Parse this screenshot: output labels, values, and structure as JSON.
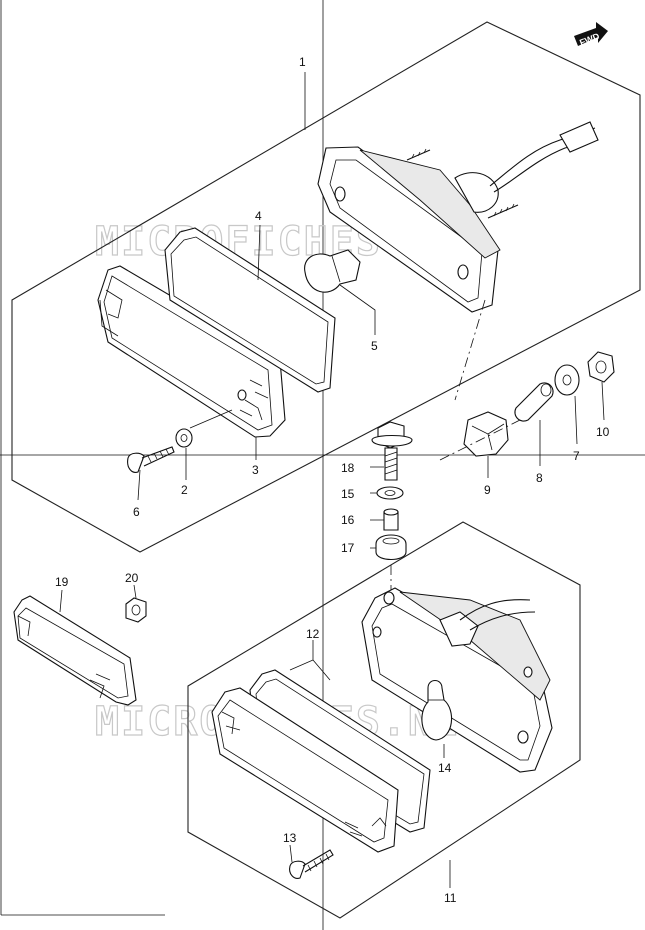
{
  "watermark": "MICROFICHES.NET",
  "forward_label": "FWD",
  "callouts": [
    {
      "id": "c1",
      "label": "1"
    },
    {
      "id": "c2",
      "label": "2"
    },
    {
      "id": "c3",
      "label": "3"
    },
    {
      "id": "c4",
      "label": "4"
    },
    {
      "id": "c5",
      "label": "5"
    },
    {
      "id": "c6",
      "label": "6"
    },
    {
      "id": "c7",
      "label": "7"
    },
    {
      "id": "c8",
      "label": "8"
    },
    {
      "id": "c9",
      "label": "9"
    },
    {
      "id": "c10",
      "label": "10"
    },
    {
      "id": "c11",
      "label": "11"
    },
    {
      "id": "c12",
      "label": "12"
    },
    {
      "id": "c13",
      "label": "13"
    },
    {
      "id": "c14",
      "label": "14"
    },
    {
      "id": "c15",
      "label": "15"
    },
    {
      "id": "c16",
      "label": "16"
    },
    {
      "id": "c17",
      "label": "17"
    },
    {
      "id": "c18",
      "label": "18"
    },
    {
      "id": "c19",
      "label": "19"
    },
    {
      "id": "c20",
      "label": "20"
    }
  ]
}
